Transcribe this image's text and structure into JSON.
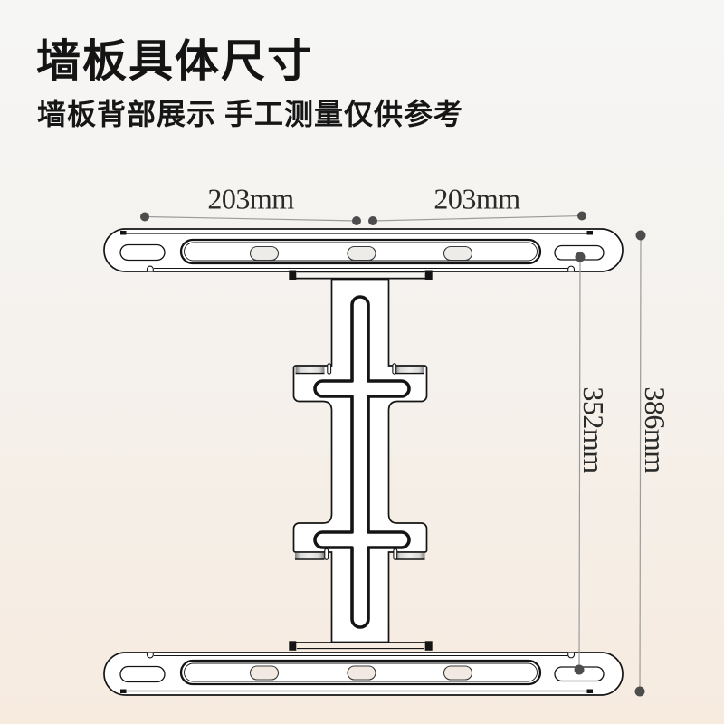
{
  "header": {
    "title": "墙板具体尺寸",
    "subtitle": "墙板背部展示 手工测量仅供参考"
  },
  "dimensions": {
    "top_left": "203mm",
    "top_right": "203mm",
    "vertical_inner": "352mm",
    "vertical_outer": "386mm"
  },
  "colors": {
    "outline": "#141414",
    "metal_fill": "#ffffff",
    "slot_fill_top": "#edece9",
    "slot_fill_bottom": "#f2eae2",
    "dim_line": "#9b9b9b",
    "dim_dot": "#4d4d4d",
    "bg_top": "#f6f6f5",
    "bg_bottom": "#f7ebe0"
  }
}
